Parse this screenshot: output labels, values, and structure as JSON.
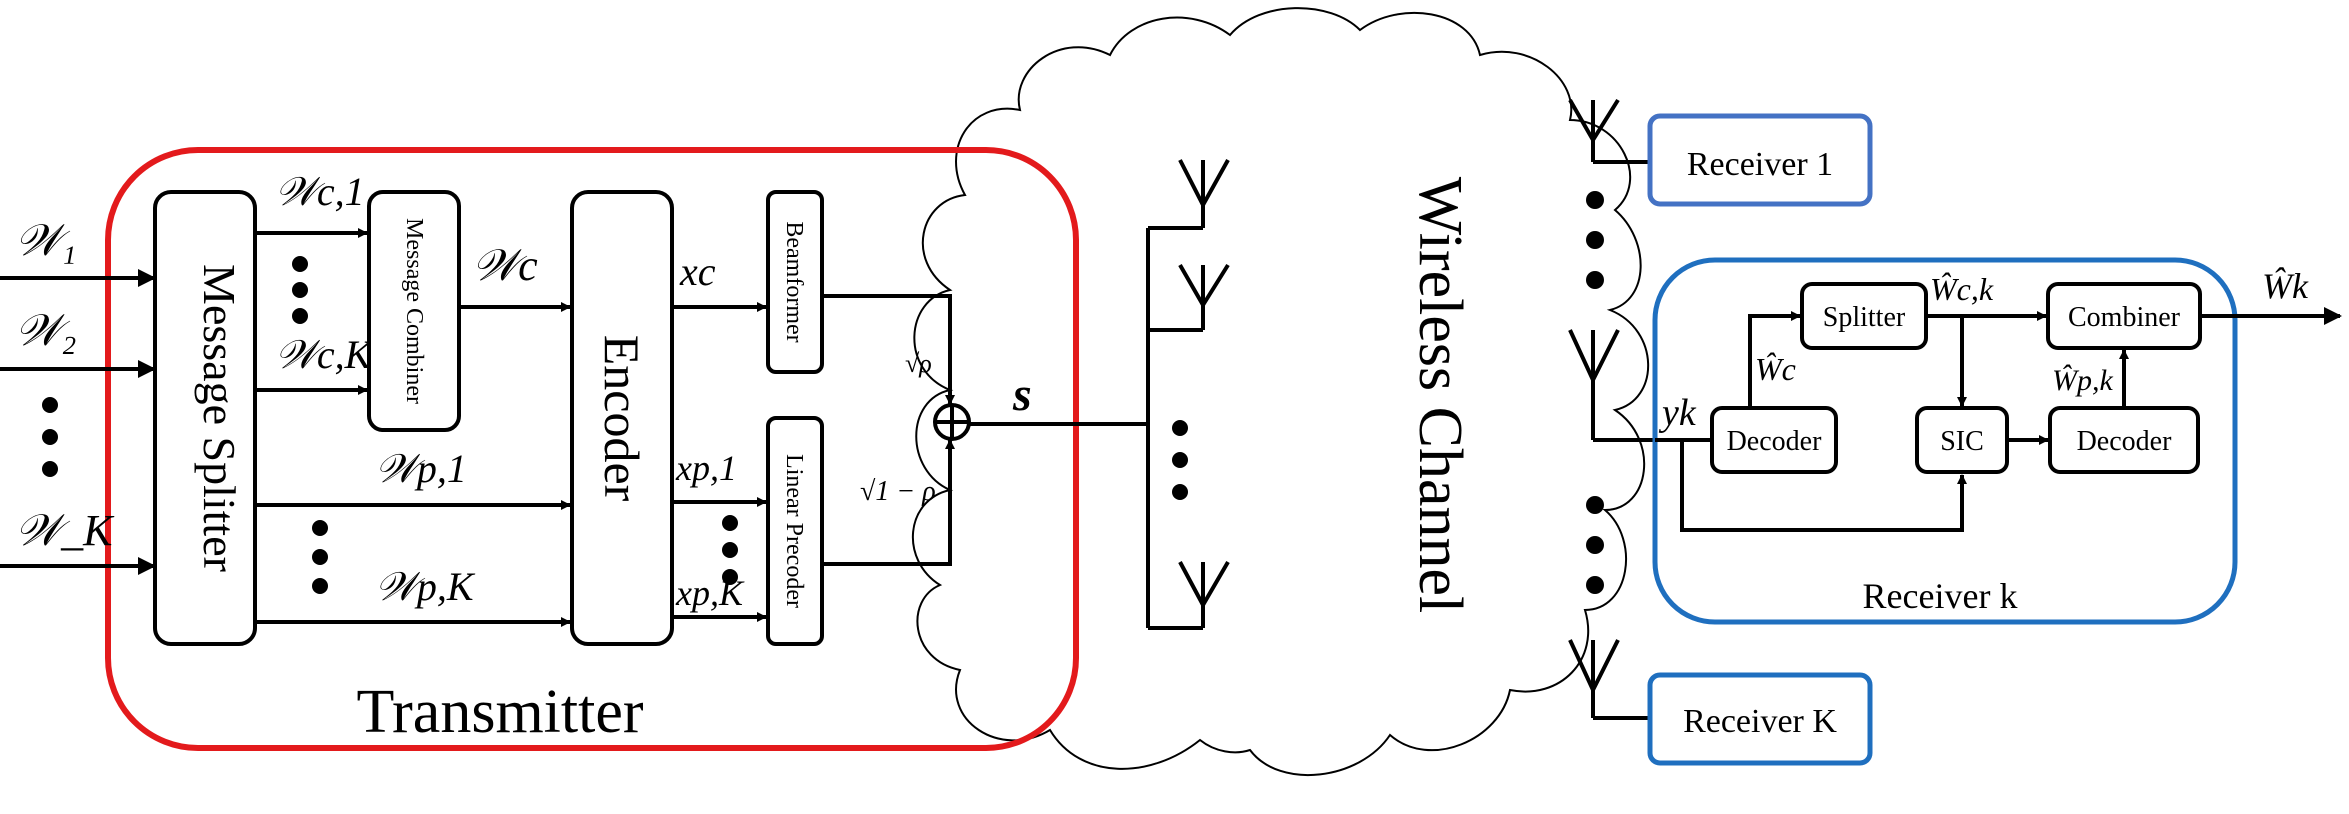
{
  "colors": {
    "transmitter_border": "#e31a1c",
    "receiver_border": "#1f6fbf",
    "receiver1_border": "#4472c4",
    "line": "#000000"
  },
  "transmitter": {
    "label": "Transmitter",
    "inputs": [
      "𝒲₁",
      "𝒲₂",
      "𝒲_K"
    ],
    "message_splitter": "Message Splitter",
    "message_combiner": "Message Combiner",
    "encoder": "Encoder",
    "beamformer": "Beamformer",
    "linear_precoder": "Linear Precoder",
    "signals": {
      "w_c1": "𝒲c,1",
      "w_cK": "𝒲c,K",
      "w_c": "𝒲c",
      "w_p1": "𝒲p,1",
      "w_pK": "𝒲p,K",
      "x_c": "xc",
      "x_p1": "xp,1",
      "x_pK": "xp,K",
      "sqrt_rho": "√ρ",
      "sqrt_one_minus_rho": "√1 − ρ",
      "s": "s"
    }
  },
  "channel": {
    "label": "Wireless Channel"
  },
  "receivers": {
    "receiver_1": "Receiver 1",
    "receiver_K": "Receiver K",
    "receiver_k": {
      "label": "Receiver k",
      "y_k": "yk",
      "decoder_1": "Decoder",
      "splitter": "Splitter",
      "sic": "SIC",
      "decoder_2": "Decoder",
      "combiner": "Combiner",
      "w_hat_c": "Ŵc",
      "w_hat_ck": "Ŵc,k",
      "w_hat_pk": "Ŵp,k",
      "w_hat_k": "Ŵk"
    }
  }
}
